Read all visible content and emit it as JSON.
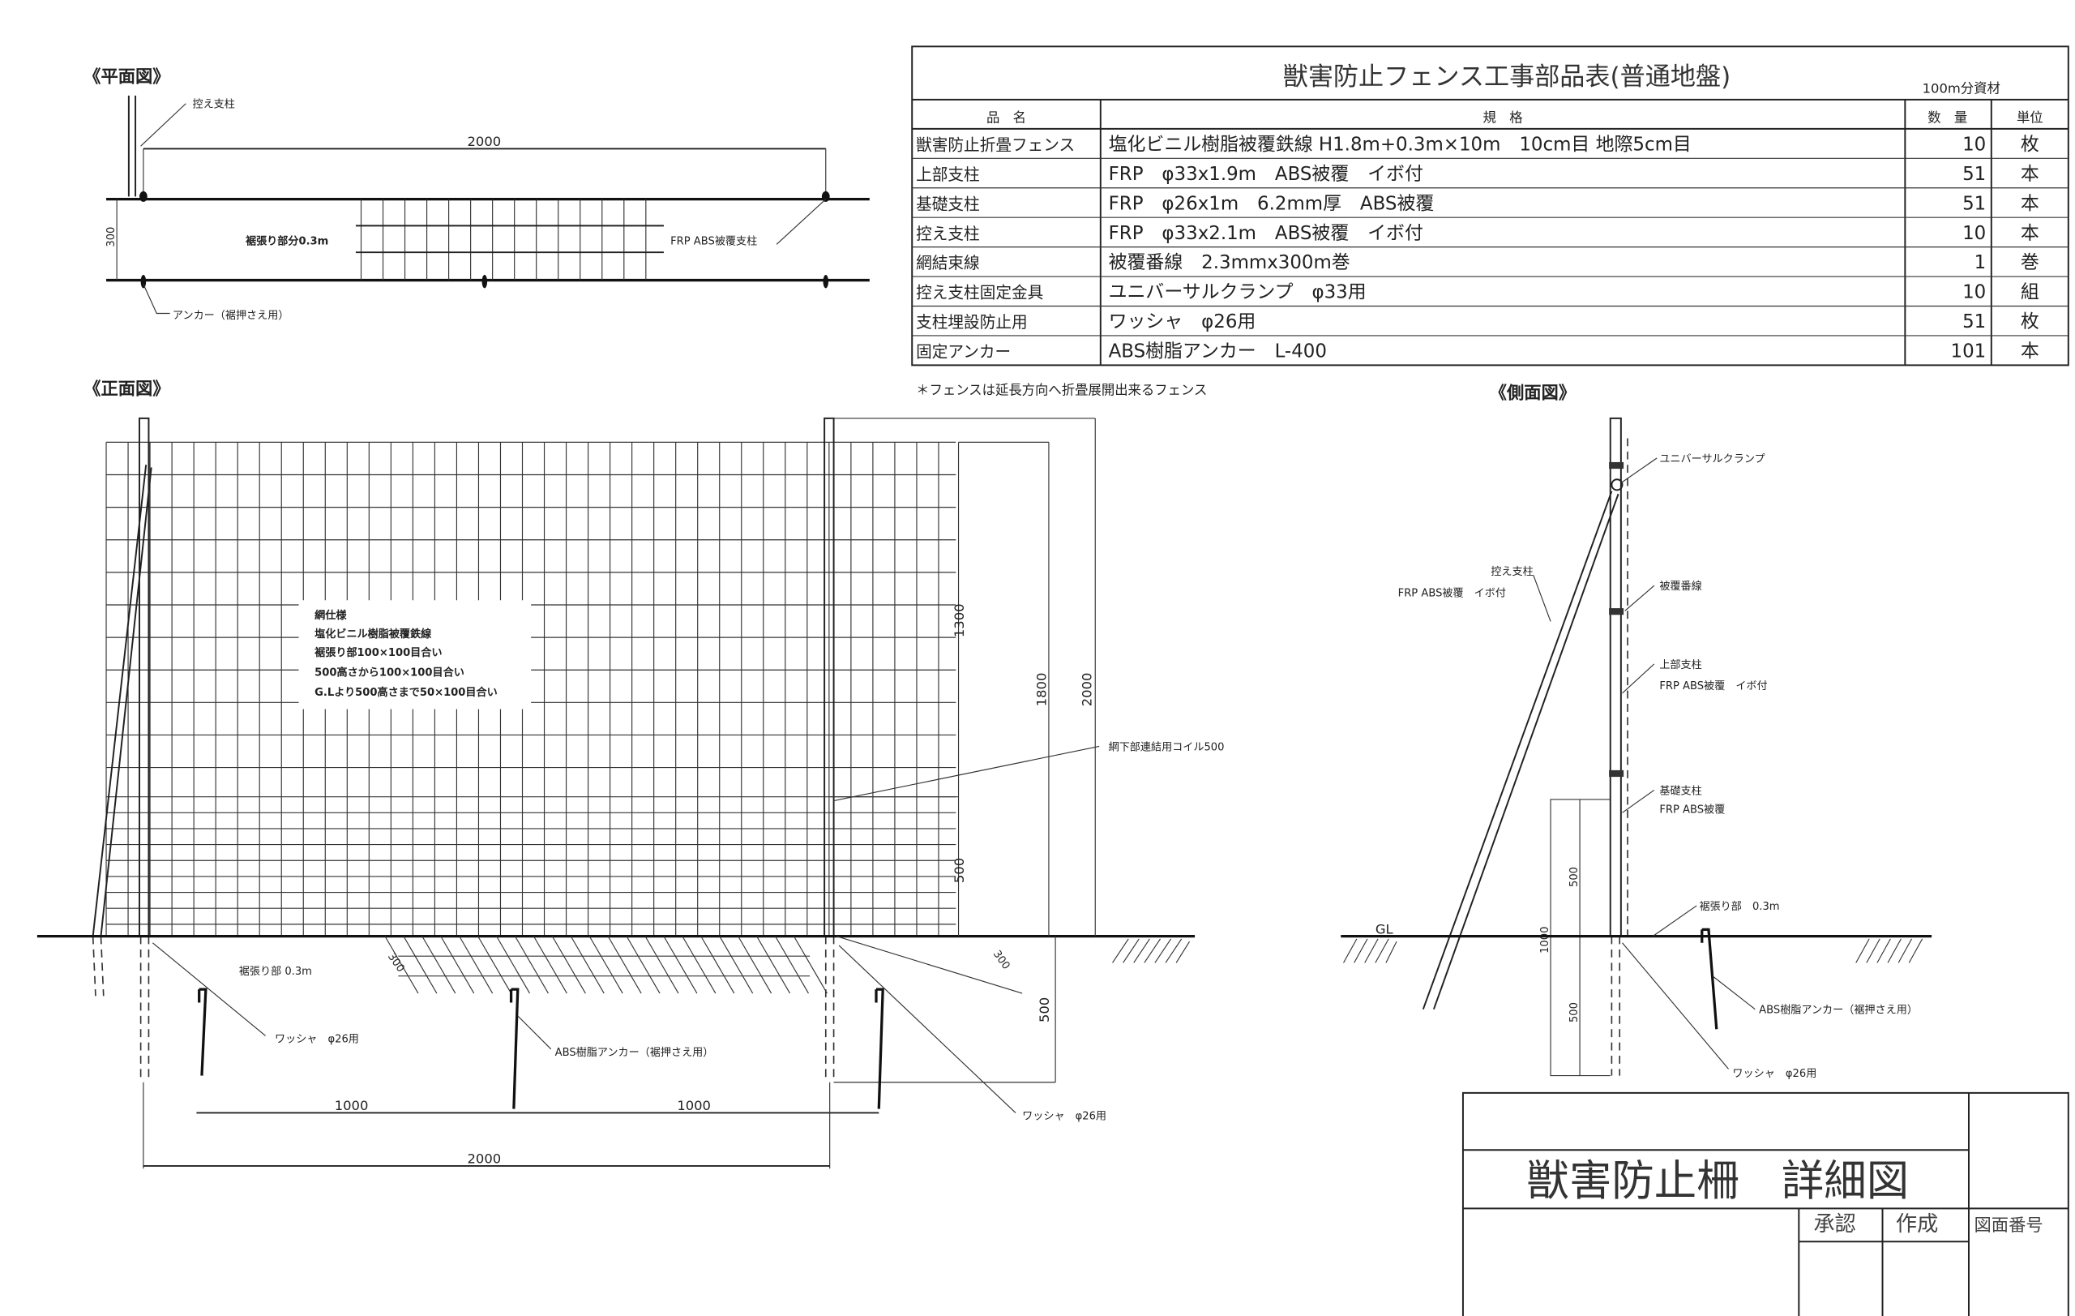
{
  "plan_view": {
    "heading": "《平面図》",
    "brace_label": "控え支柱",
    "dim_span": "2000",
    "skirt_label": "裾張り部分0.3m",
    "post_label": "FRP ABS被覆支柱",
    "anchor_label": "アンカー（裾押さえ用）",
    "dim_side": "300"
  },
  "front_view": {
    "heading": "《正面図》",
    "note": "＊フェンスは延長方向へ折畳展開出来るフェンス",
    "mesh_spec": [
      "網仕様",
      "塩化ビニル樹脂被覆鉄線",
      "裾張り部100×100目合い",
      "500高さから100×100目合い",
      "G.Lより500高さまで50×100目合い"
    ],
    "dim_1300": "1300",
    "dim_500_upper": "500",
    "dim_1800": "1800",
    "dim_2000_height": "2000",
    "coil_label": "網下部連結用コイル500",
    "skirt_label": "裾張り部 0.3m",
    "dim_300_a": "300",
    "dim_300_b": "300",
    "dim_500_below": "500",
    "washer_label_1": "ワッシャ　φ26用",
    "anchor_label": "ABS樹脂アンカー（裾押さえ用）",
    "washer_label_2": "ワッシャ　φ26用",
    "dim_1000_a": "1000",
    "dim_1000_b": "1000",
    "dim_2000_span": "2000"
  },
  "side_view": {
    "heading": "《側面図》",
    "clamp_label": "ユニバーサルクランプ",
    "brace_label_1": "控え支柱",
    "brace_label_2": "FRP ABS被覆　イボ付",
    "wire_label": "被覆番線",
    "upper_post_label_1": "上部支柱",
    "upper_post_label_2": "FRP ABS被覆　イボ付",
    "base_post_label_1": "基礎支柱",
    "base_post_label_2": "FRP ABS被覆",
    "dim_500_upper": "500",
    "dim_1000": "1000",
    "dim_500_lower": "500",
    "gl_label": "GL",
    "skirt_label": "裾張り部　0.3m",
    "anchor_label": "ABS樹脂アンカー（裾押さえ用）",
    "washer_label": "ワッシャ　φ26用"
  },
  "parts_table": {
    "title": "獣害防止フェンス工事部品表(普通地盤)",
    "subtitle": "100m分資材",
    "headers": [
      "品　名",
      "規　格",
      "数　量",
      "単位"
    ],
    "rows": [
      {
        "name": "獣害防止折畳フェンス",
        "spec": "塩化ビニル樹脂被覆鉄線 H1.8m+0.3m×10m　10cm目 地際5cm目",
        "qty": "10",
        "unit": "枚"
      },
      {
        "name": "上部支柱",
        "spec": "FRP　φ33x1.9m　ABS被覆　イボ付",
        "qty": "51",
        "unit": "本"
      },
      {
        "name": "基礎支柱",
        "spec": "FRP　φ26x1m　6.2mm厚　ABS被覆",
        "qty": "51",
        "unit": "本"
      },
      {
        "name": "控え支柱",
        "spec": "FRP　φ33x2.1m　ABS被覆　イボ付",
        "qty": "10",
        "unit": "本"
      },
      {
        "name": "網結束線",
        "spec": "被覆番線　2.3mmx300m巻",
        "qty": "1",
        "unit": "巻"
      },
      {
        "name": "控え支柱固定金具",
        "spec": "ユニバーサルクランプ　φ33用",
        "qty": "10",
        "unit": "組"
      },
      {
        "name": "支柱埋設防止用",
        "spec": "ワッシャ　φ26用",
        "qty": "51",
        "unit": "枚"
      },
      {
        "name": "固定アンカー",
        "spec": "ABS樹脂アンカー　L-400",
        "qty": "101",
        "unit": "本"
      }
    ]
  },
  "title_block": {
    "drawing_title": "獣害防止柵　詳細図",
    "approved": "承認",
    "prepared": "作成",
    "drawing_number": "図面番号"
  }
}
